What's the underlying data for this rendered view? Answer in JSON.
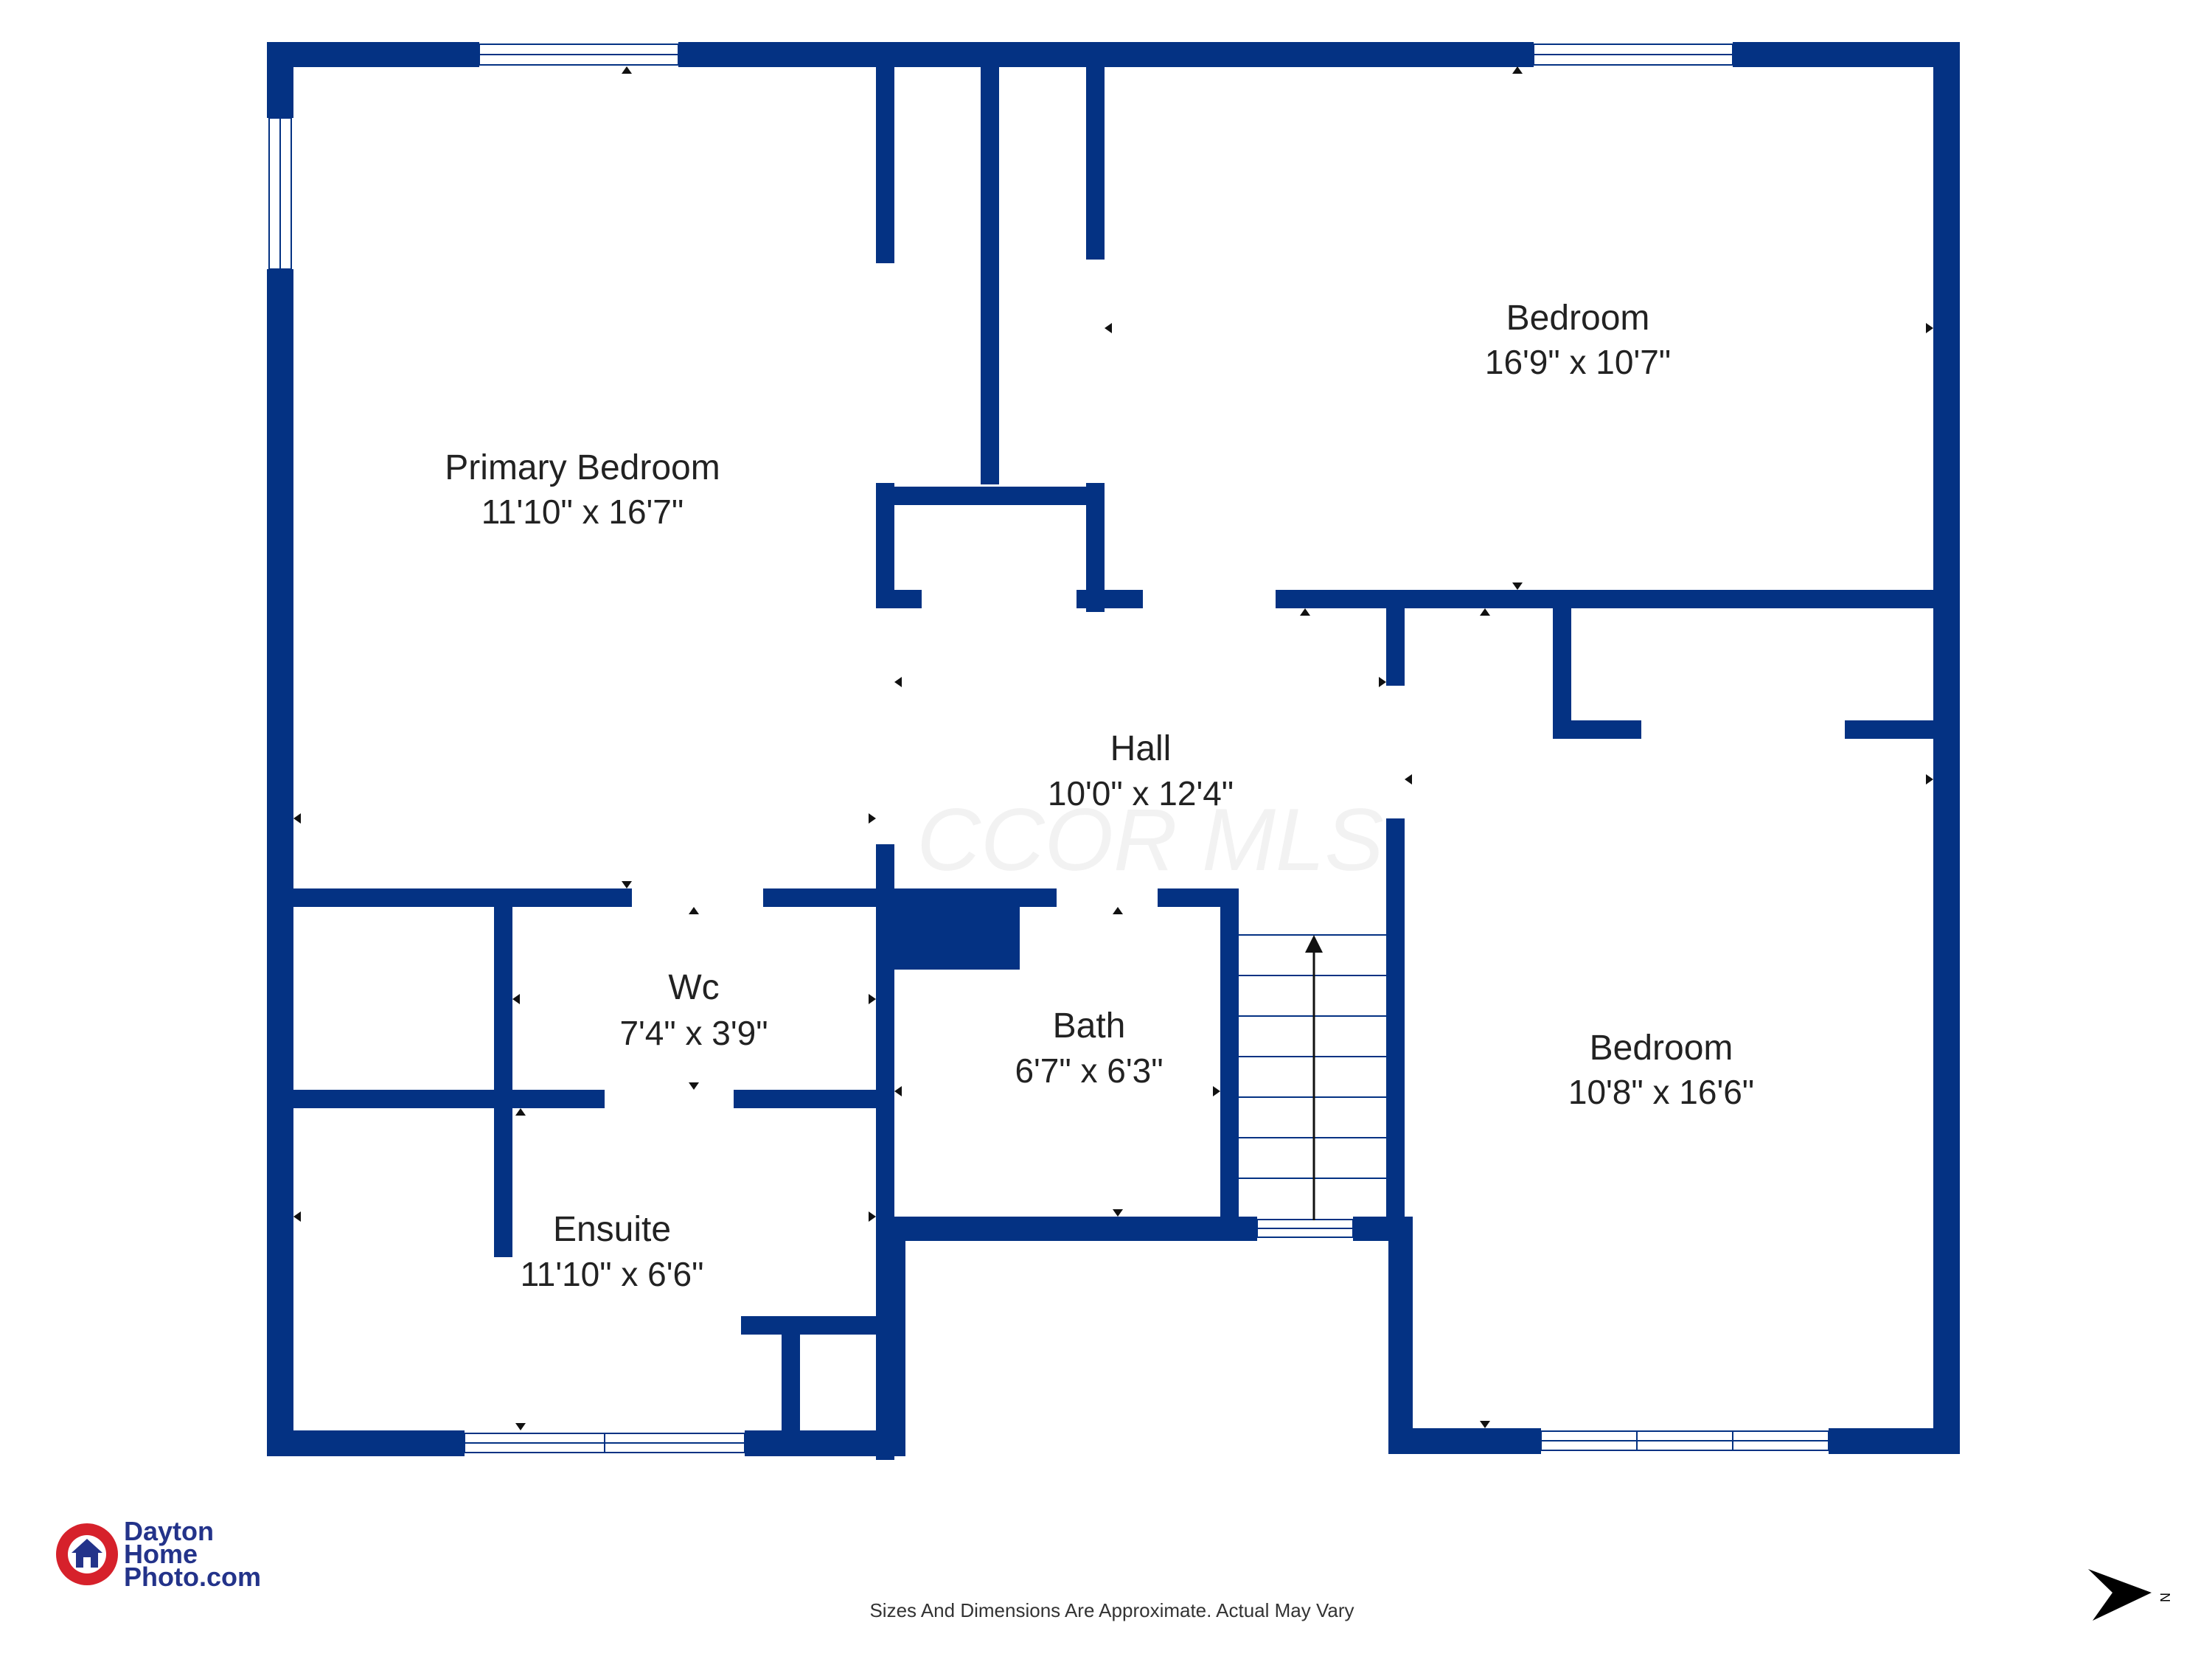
{
  "rooms": [
    {
      "name": "Primary Bedroom",
      "dims": "11'10\" x 16'7\""
    },
    {
      "name": "Bedroom",
      "dims": "16'9\" x 10'7\""
    },
    {
      "name": "Hall",
      "dims": "10'0\" x 12'4\""
    },
    {
      "name": "Wc",
      "dims": "7'4\" x 3'9\""
    },
    {
      "name": "Bath",
      "dims": "6'7\" x 6'3\""
    },
    {
      "name": "Bedroom",
      "dims": "10'8\" x 16'6\""
    },
    {
      "name": "Ensuite",
      "dims": "11'10\" x 6'6\""
    }
  ],
  "watermark": "CCOR MLS",
  "logo": {
    "line1": "Dayton",
    "line2": "Home",
    "line3": "Photo.com"
  },
  "footer": "Sizes And Dimensions Are Approximate. Actual May Vary",
  "compass": {
    "label": "N"
  },
  "colors": {
    "wall": "#043283",
    "background": "#ffffff"
  }
}
